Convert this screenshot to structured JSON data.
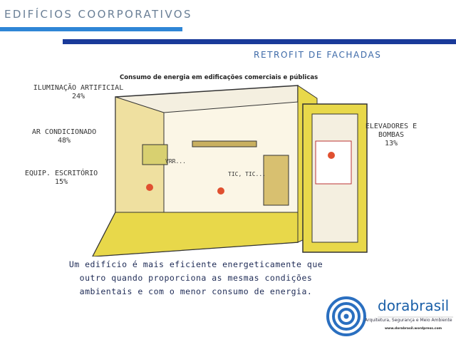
{
  "header": {
    "title": "EDIFÍCIOS COORPORATIVOS",
    "subtitle": "RETROFIT DE FACHADAS"
  },
  "illustration": {
    "caption": "Consumo de energia em edificações comerciais e públicas",
    "labels": [
      {
        "name": "ILUMINAÇÃO ARTIFICIAL",
        "value": "24%"
      },
      {
        "name": "AR CONDICIONADO",
        "value": "48%"
      },
      {
        "name": "EQUIP. ESCRITÓRIO",
        "value": "15%"
      },
      {
        "name": "ELEVADORES E BOMBAS",
        "value": "13%"
      }
    ],
    "sounds": [
      "VRR...",
      "TIC, TIC..."
    ]
  },
  "quote": [
    "Um edifício é mais eficiente energeticamente  que",
    "outro quando proporciona as mesmas condições",
    "ambientais e com o menor consumo de energia."
  ],
  "logo": {
    "brand_a": "dora",
    "brand_b": "brasil",
    "tagline": "Arquitetura, Segurança e Meio Ambiente",
    "url": "www.dorabrasil.wordpress.com"
  },
  "colors": {
    "accent_light": "#2f86d6",
    "accent_dark": "#1a3a9a",
    "wall": "#e8d84a"
  }
}
